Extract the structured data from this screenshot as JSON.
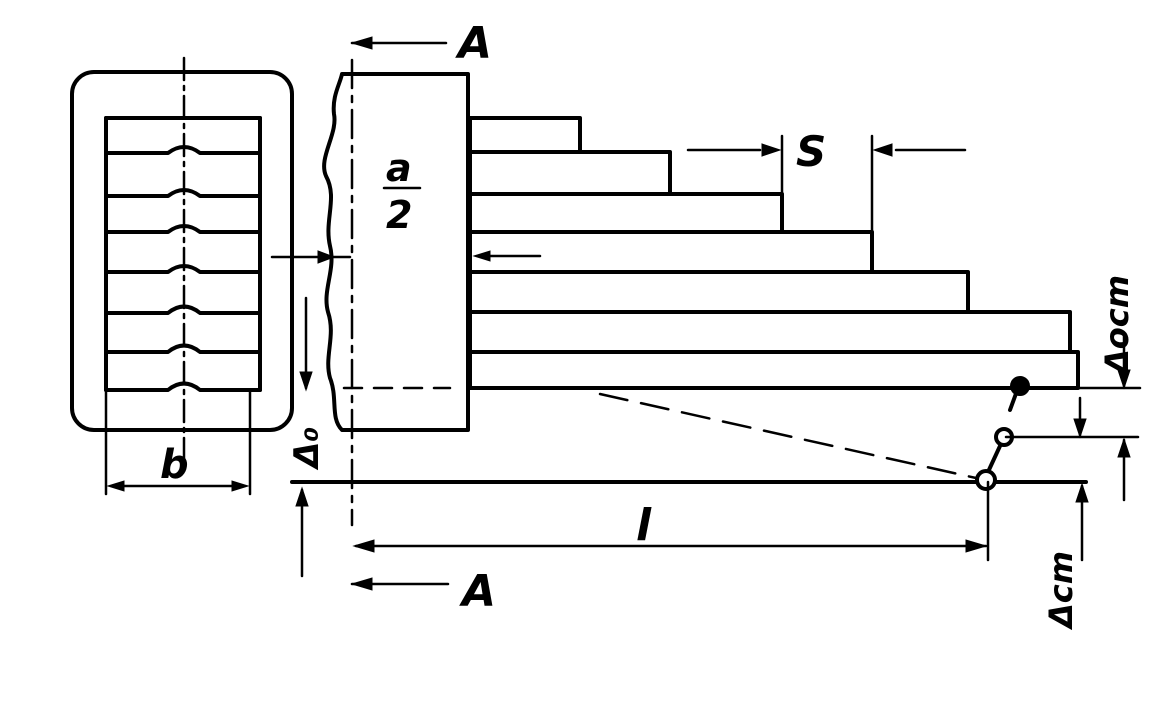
{
  "labels": {
    "section_top": "A",
    "section_bottom": "A",
    "step": "S",
    "half_width_numerator": "a",
    "half_width_denominator": "2",
    "width": "b",
    "length": "l",
    "delta_zero": "Δ₀",
    "delta_ost": "Δocm",
    "delta_st": "Δcm"
  }
}
